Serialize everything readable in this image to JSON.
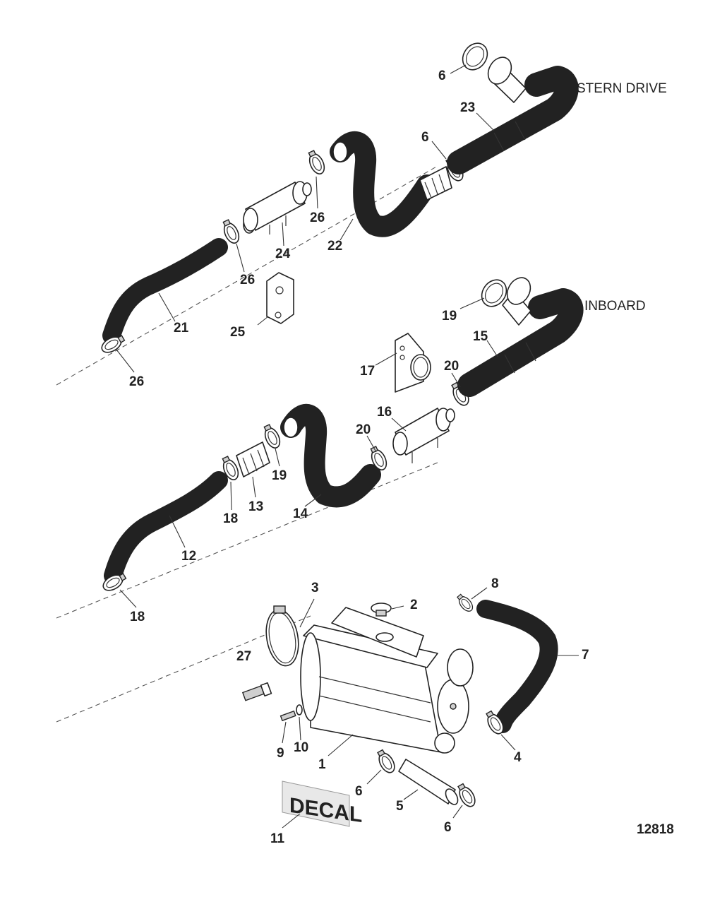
{
  "section_labels": {
    "stern_drive": "STERN DRIVE",
    "inboard": "INBOARD"
  },
  "decal_text": "DECAL",
  "figure_number": "12818",
  "callouts": {
    "c1": "1",
    "c2": "2",
    "c3": "3",
    "c4": "4",
    "c5": "5",
    "c6a": "6",
    "c6b": "6",
    "c6c": "6",
    "c6d": "6",
    "c7": "7",
    "c8": "8",
    "c9": "9",
    "c10": "10",
    "c11": "11",
    "c12": "12",
    "c13": "13",
    "c14": "14",
    "c15": "15",
    "c16": "16",
    "c17": "17",
    "c18a": "18",
    "c18b": "18",
    "c19a": "19",
    "c19b": "19",
    "c20a": "20",
    "c20b": "20",
    "c21": "21",
    "c22": "22",
    "c23": "23",
    "c24": "24",
    "c25": "25",
    "c26a": "26",
    "c26b": "26",
    "c26c": "26",
    "c27": "27"
  }
}
